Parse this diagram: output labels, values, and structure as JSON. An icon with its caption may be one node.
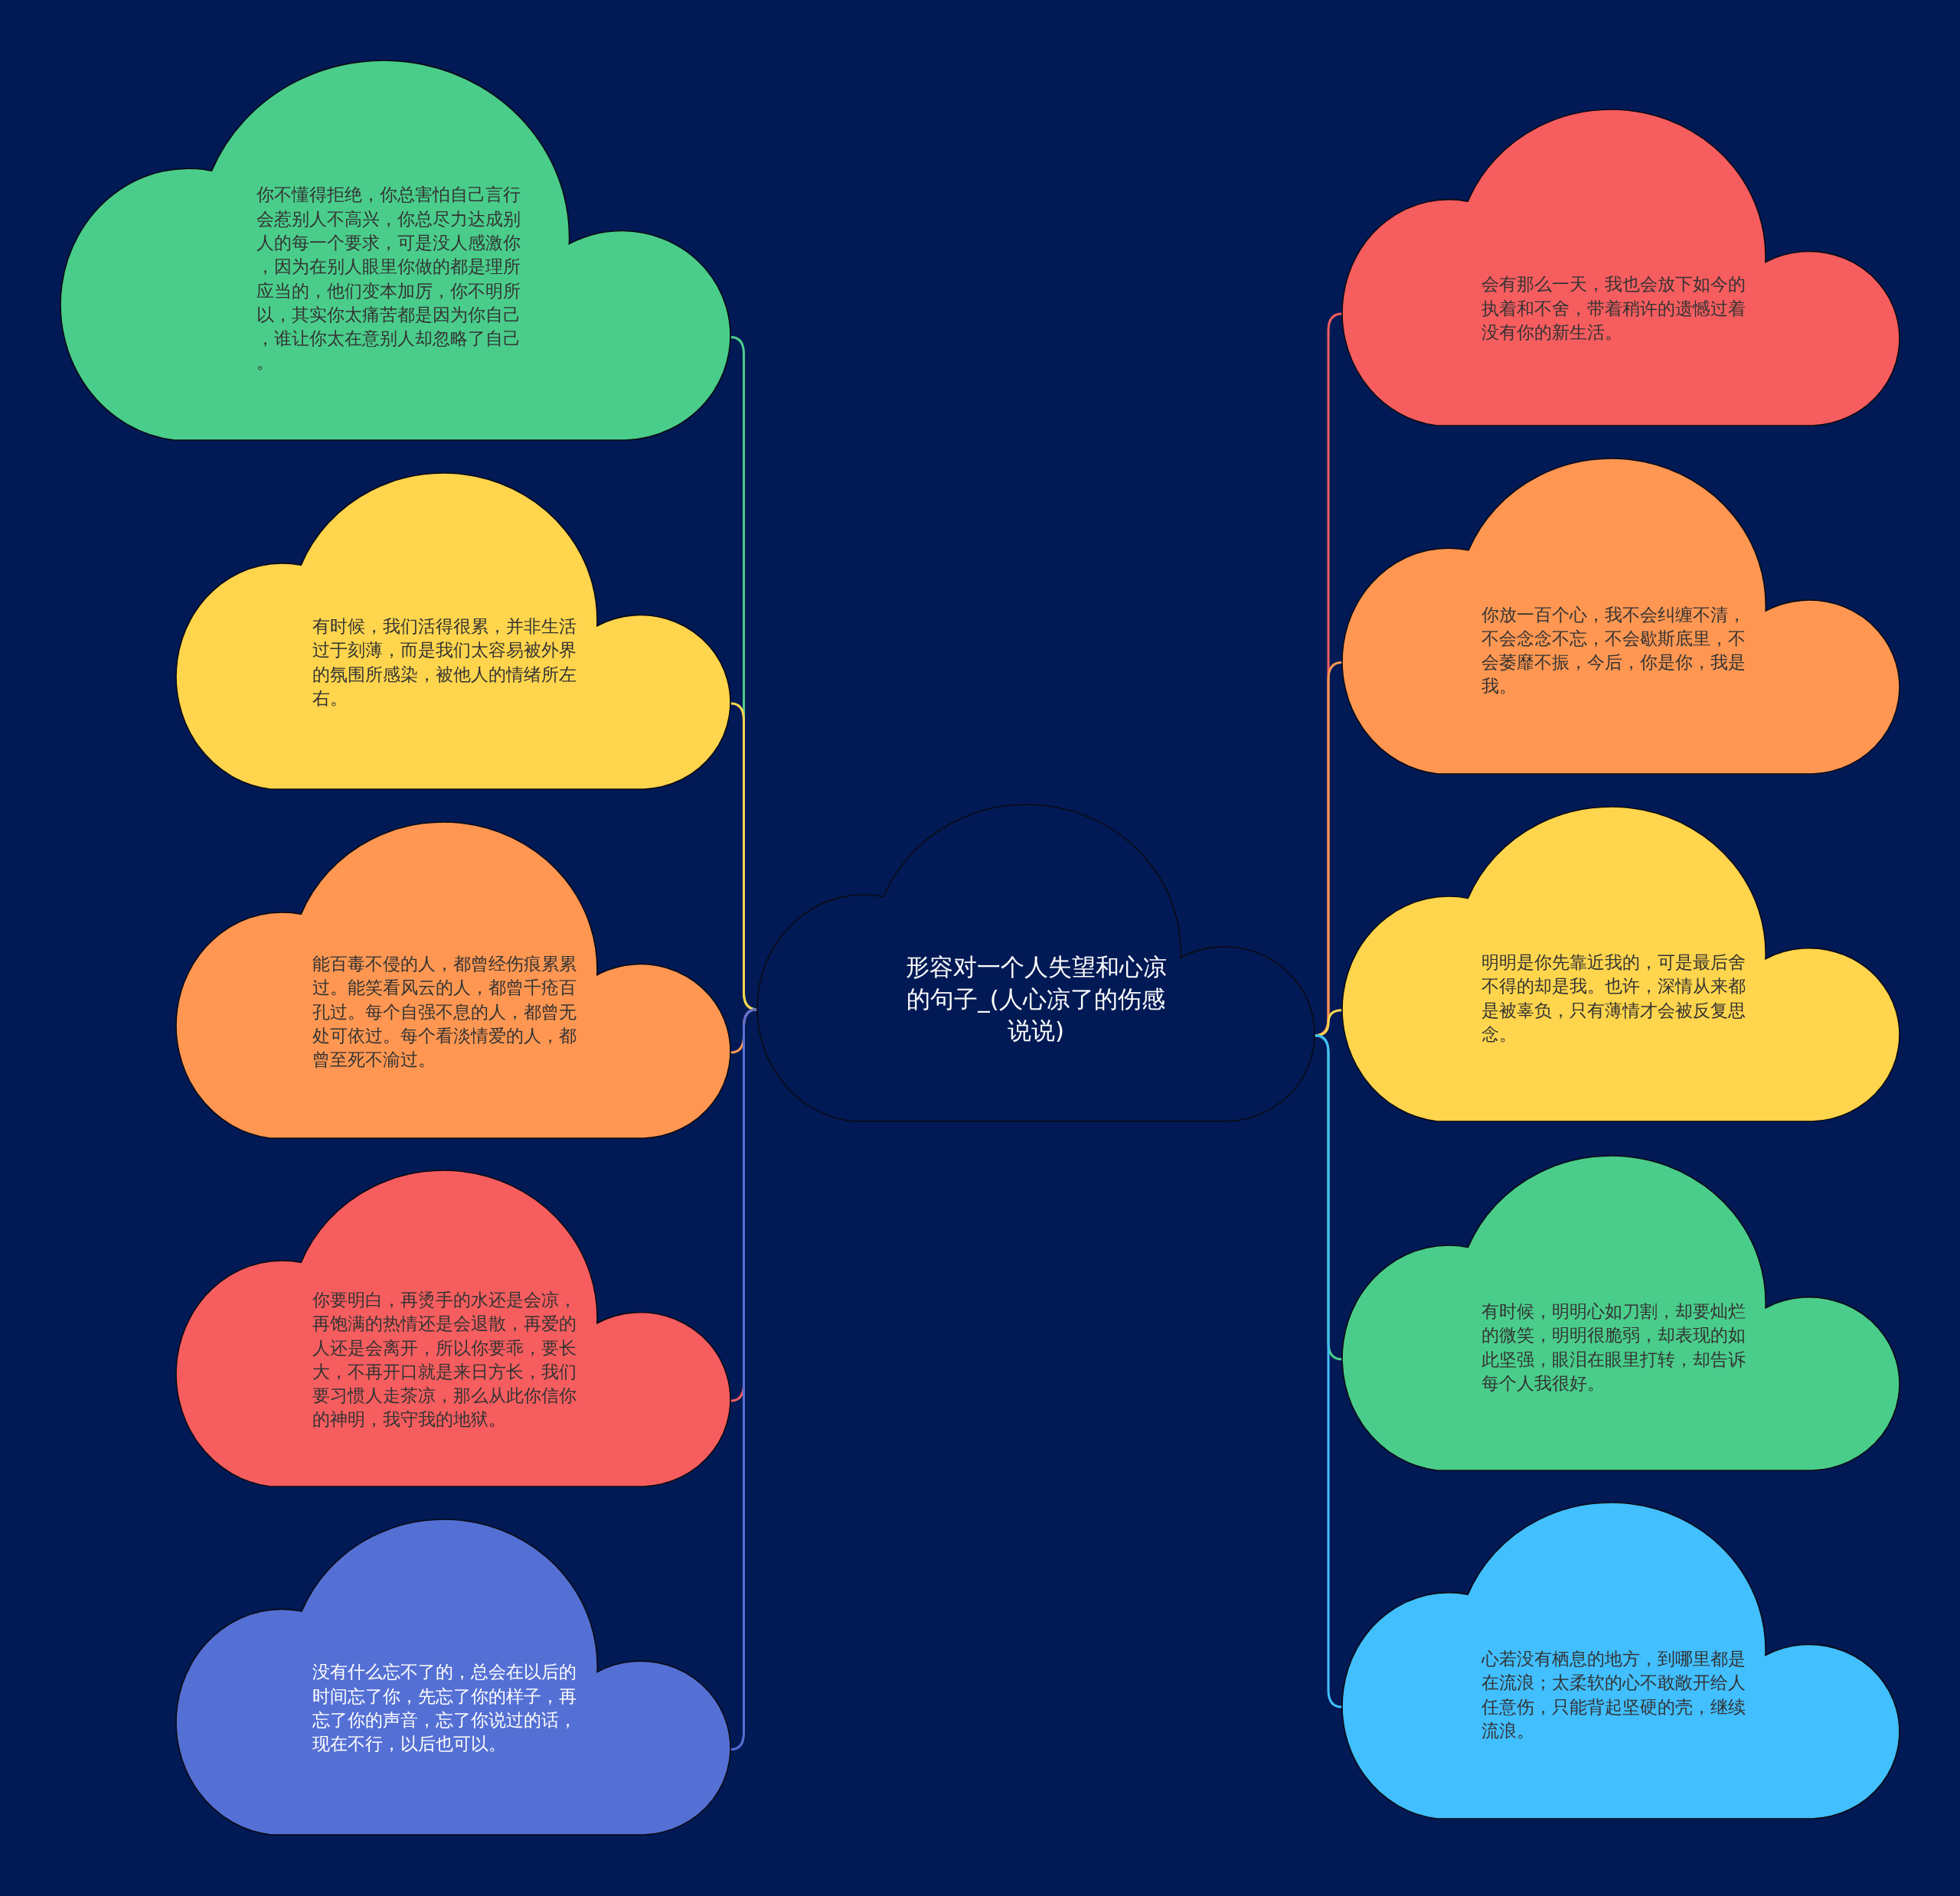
{
  "diagram": {
    "nodes": [
      {
        "text": [
          "形容对一个人失望和心凉的句子_(人心凉了的伤感说说)"
        ]
      },
      {
        "text": [
          "你不懂得拒绝，你总害怕自己言行会惹别人不高兴，你总尽力达成别人的每一个要求，可是没人感激你，因为在别人眼里你做的都是理所应当的，他们变本加厉，你不明所以，其实你太痛苦都是因为你自己，谁让你太在意别人却忽略了自己。"
        ]
      },
      {
        "text": [
          "有时候，我们活得很累，并非生活过于刻薄，而是我们太容易被外界的氛围所感染，被他人的情绪所左右。"
        ]
      },
      {
        "text": [
          "能百毒不侵的人，都曾经伤痕累累过。能笑看风云的人，都曾千疮百孔过。每个自强不息的人，都曾无处可依过。每个看淡情爱的人，都曾至死不渝过。"
        ]
      },
      {
        "text": [
          "你要明白，再烫手的水还是会凉，再饱满的热情还是会退散，再爱的人还是会离开，所以你要乖，要长大，不再开口就是来日方长，我们要习惯人走茶凉，那么从此你信你的神明，我守我的地狱。"
        ]
      },
      {
        "text": [
          "没有什么忘不了的，总会在以后的时间忘了你，先忘了你的样子，再忘了你的声音，忘了你说过的话，现在不行，以后也可以。"
        ]
      },
      {
        "text": [
          "会有那么一天，我也会放下如今的执着和不舍，带着稍许的遗憾过着没有你的新生活。"
        ]
      },
      {
        "text": [
          "你放一百个心，我不会纠缠不清，不会念念不忘，不会歇斯底里，不会萎靡不振，今后，你是你，我是我。"
        ]
      },
      {
        "text": [
          "明明是你先靠近我的，可是最后舍不得的却是我。也许，深情从来都是被辜负，只有薄情才会被反复思念。"
        ]
      },
      {
        "text": [
          "有时候，明明心如刀割，却要灿烂的微笑，明明很脆弱，却表现的如此坚强，眼泪在眼里打转，却告诉每个人我很好。"
        ]
      },
      {
        "text": [
          "心若没有栖息的地方，到哪里都是在流浪；太柔软的心不敢敞开给人任意伤，只能背起坚硬的壳，继续流浪。"
        ]
      }
    ],
    "edges": [
      {
        "from": 0,
        "to": 1,
        "arrow": "none",
        "color": "#4acd8b"
      },
      {
        "from": 0,
        "to": 2,
        "arrow": "none",
        "color": "#ffd54d"
      },
      {
        "from": 0,
        "to": 3,
        "arrow": "none",
        "color": "#ff9752"
      },
      {
        "from": 0,
        "to": 4,
        "arrow": "none",
        "color": "#f65d5f"
      },
      {
        "from": 0,
        "to": 5,
        "arrow": "none",
        "color": "#5570d4"
      },
      {
        "from": 0,
        "to": 6,
        "arrow": "none",
        "color": "#f65d5f"
      },
      {
        "from": 0,
        "to": 7,
        "arrow": "none",
        "color": "#ff9752"
      },
      {
        "from": 0,
        "to": 8,
        "arrow": "none",
        "color": "#ffd54d"
      },
      {
        "from": 0,
        "to": 9,
        "arrow": "none",
        "color": "#4acd8b"
      },
      {
        "from": 0,
        "to": 10,
        "arrow": "none",
        "color": "#41bfff"
      }
    ]
  }
}
